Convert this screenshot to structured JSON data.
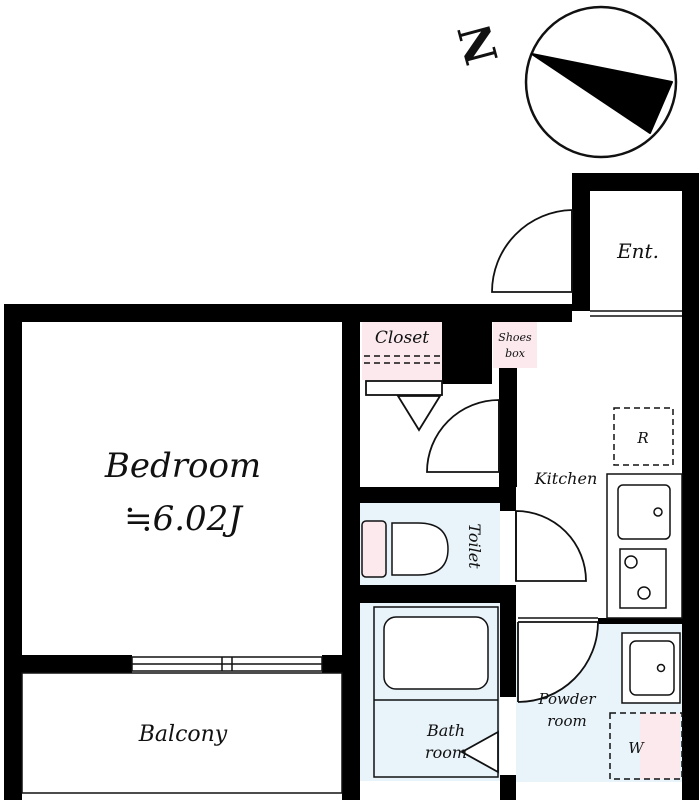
{
  "compass": {
    "north_label": "N"
  },
  "rooms": {
    "entrance": "Ent.",
    "closet": "Closet",
    "shoes_box_line1": "Shoes",
    "shoes_box_line2": "box",
    "refrigerator": "R",
    "kitchen": "Kitchen",
    "bedroom": "Bedroom",
    "bedroom_size": "≒6.02J",
    "toilet": "Toilet",
    "bath_line1": "Bath",
    "bath_line2": "room",
    "powder_line1": "Powder",
    "powder_line2": "room",
    "washer": "W",
    "balcony": "Balcony"
  },
  "colors": {
    "wall": "#000000",
    "wet_area": "#e8f3fa",
    "storage_pink": "#fbe9ee",
    "line": "#111111"
  }
}
